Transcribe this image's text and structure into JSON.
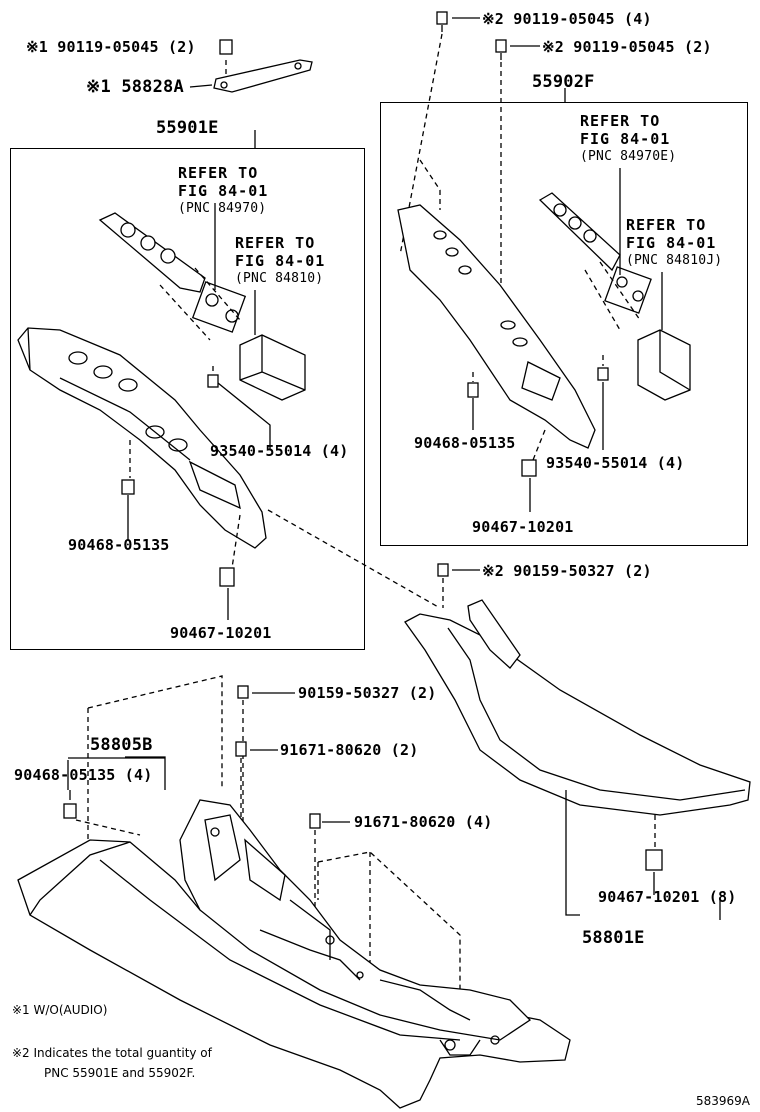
{
  "callouts": {
    "top_left_bolt": "※1 90119-05045 (2)",
    "bracket": "※1 58828A",
    "top_center_bolt": "※2 90119-05045 (4)",
    "top_right_bolt": "※2 90119-05045 (2)",
    "left_box_title": "55901E",
    "right_box_title": "55902F",
    "left_ref_1": [
      "REFER TO",
      "FIG 84-01",
      "(PNC 84970)"
    ],
    "left_ref_2": [
      "REFER TO",
      "FIG 84-01",
      "(PNC 84810)"
    ],
    "right_ref_1": [
      "REFER TO",
      "FIG 84-01",
      "(PNC 84970E)"
    ],
    "right_ref_2": [
      "REFER TO",
      "FIG 84-01",
      "(PNC 84810J)"
    ],
    "left_screw": "93540-55014 (4)",
    "left_clip_a": "90468-05135",
    "left_clip_b": "90467-10201",
    "right_clip_a": "90468-05135",
    "right_screw": "93540-55014 (4)",
    "right_clip_b": "90467-10201",
    "mid_bolt_right": "※2 90159-50327 (2)",
    "mid_bolt_left": "90159-50327 (2)",
    "screw_a": "91671-80620 (2)",
    "screw_b": "91671-80620 (4)",
    "group_58805b": "58805B",
    "clip_group": "90468-05135 (4)",
    "clip_8": "90467-10201 (8)",
    "part_58801e": "58801E"
  },
  "notes": {
    "n1": "※1 W/O(AUDIO)",
    "n2_line1": "※2  Indicates the total guantity of",
    "n2_line2": "PNC 55901E and 55902F."
  },
  "figure_id": "583969A"
}
